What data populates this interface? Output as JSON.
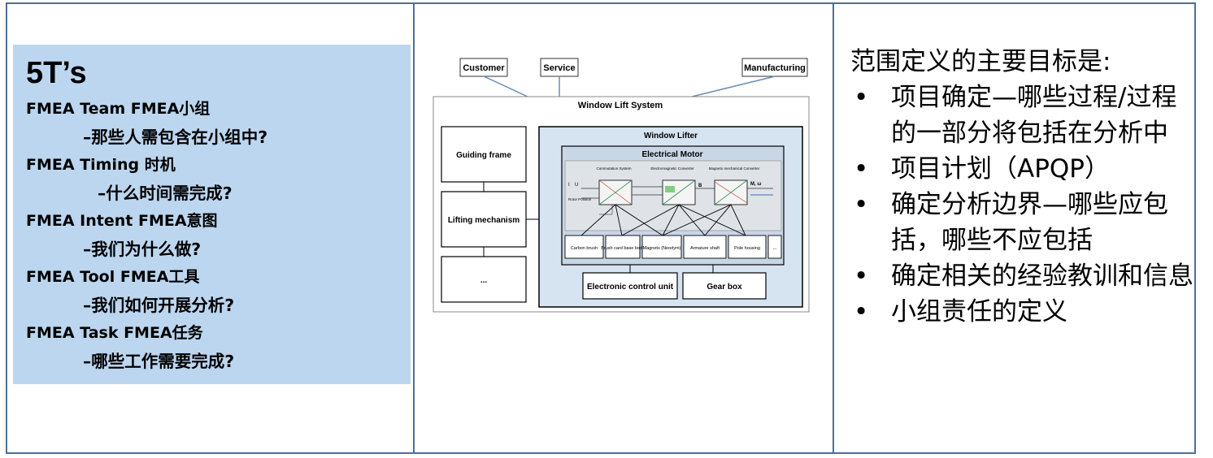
{
  "left_panel": {
    "title": "5T’s",
    "rows": [
      "FMEA Team FMEA小组",
      "–那些人需包含在小组中?",
      "FMEA Timing 时机",
      "–什么时间需完成?",
      "FMEA Intent FMEA意图",
      "–我们为什么做?",
      "FMEA Tool FMEA工具",
      "–我们如何开展分析?",
      "FMEA Task FMEA任务",
      "–哪些工作需要完成?"
    ]
  },
  "diagram": {
    "top_boxes": [
      "Customer",
      "Service",
      "Manufacturing"
    ],
    "system_title": "Window Lift System",
    "left_boxes": [
      "Guiding frame",
      "Lifting mechanism",
      "..."
    ],
    "lifter_title": "Window Lifter",
    "motor_title": "Electrical Motor",
    "stage_labels": [
      "Commutation System",
      "Electromagnetic Converter",
      "Magneto mechanical Converter"
    ],
    "io_labels": [
      "I",
      "U",
      "Rotor Position",
      "B",
      "M, ω"
    ],
    "components": [
      "Carbon brush",
      "Brush card base body",
      "Magnets (Neodym)",
      "Armature shaft",
      "Pole housing",
      "..."
    ],
    "bottom_boxes": [
      "Electronic control unit",
      "Gear box"
    ]
  },
  "right_panel": {
    "heading": "范围定义的主要目标是:",
    "bullet_symbol": "•",
    "items": [
      "项目确定—哪些过程/过程的一部分将包括在分析中",
      "项目计划（APQP）",
      "确定分析边界—哪些应包括，哪些不应包括",
      "确定相关的经验教训和信息",
      "小组责任的定义"
    ]
  },
  "colors": {
    "border": "#4f6d99",
    "left_panel_bg": "#bcd6ef",
    "lifter_bg": "#d6e4f2",
    "motor_bg": "#c9d6e6"
  }
}
